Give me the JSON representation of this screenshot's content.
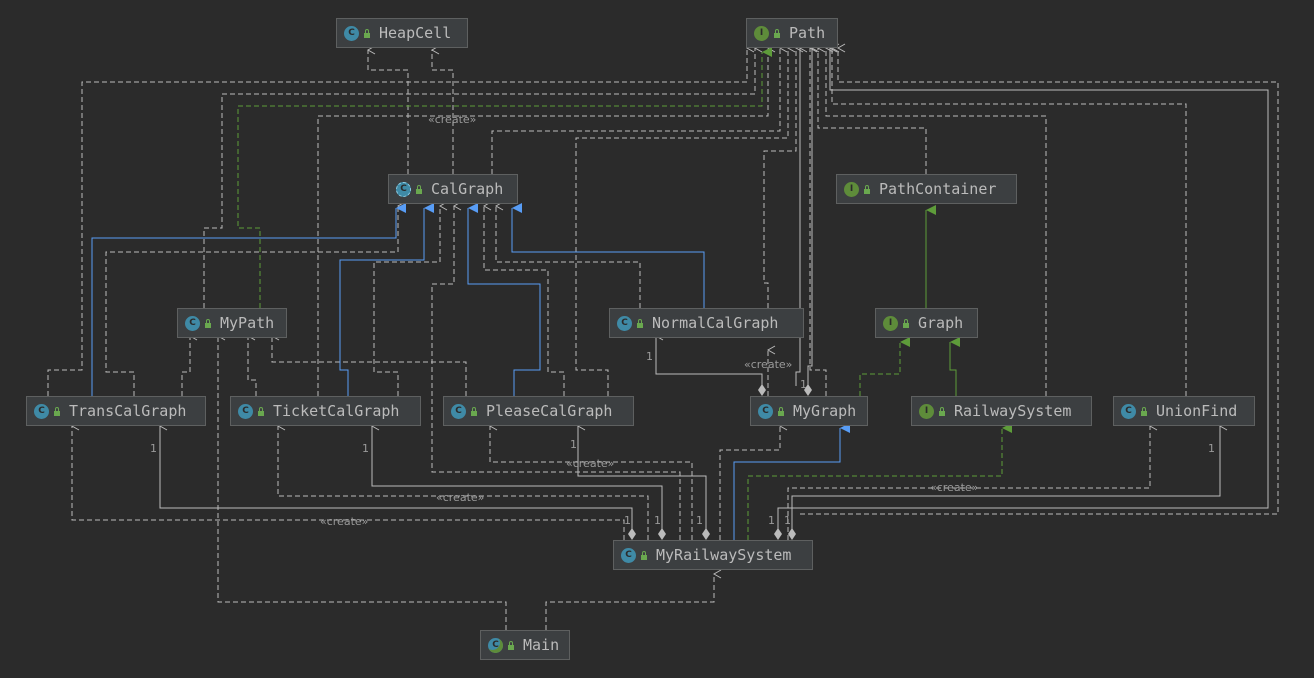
{
  "nodes": [
    {
      "id": "HeapCell",
      "label": "HeapCell",
      "kind": "class"
    },
    {
      "id": "Path",
      "label": "Path",
      "kind": "interface"
    },
    {
      "id": "CalGraph",
      "label": "CalGraph",
      "kind": "abstract"
    },
    {
      "id": "PathContainer",
      "label": "PathContainer",
      "kind": "interface"
    },
    {
      "id": "MyPath",
      "label": "MyPath",
      "kind": "class"
    },
    {
      "id": "NormalCalGraph",
      "label": "NormalCalGraph",
      "kind": "class"
    },
    {
      "id": "Graph",
      "label": "Graph",
      "kind": "interface"
    },
    {
      "id": "TransCalGraph",
      "label": "TransCalGraph",
      "kind": "class"
    },
    {
      "id": "TicketCalGraph",
      "label": "TicketCalGraph",
      "kind": "class"
    },
    {
      "id": "PleaseCalGraph",
      "label": "PleaseCalGraph",
      "kind": "class"
    },
    {
      "id": "MyGraph",
      "label": "MyGraph",
      "kind": "class"
    },
    {
      "id": "RailwaySystem",
      "label": "RailwaySystem",
      "kind": "interface"
    },
    {
      "id": "UnionFind",
      "label": "UnionFind",
      "kind": "class"
    },
    {
      "id": "MyRailwaySystem",
      "label": "MyRailwaySystem",
      "kind": "class"
    },
    {
      "id": "Main",
      "label": "Main",
      "kind": "main"
    }
  ],
  "badge_letters": {
    "class": "C",
    "abstract": "C",
    "interface": "I",
    "main": "C"
  },
  "labels": {
    "create": "«create»",
    "multiplicity_one": "1"
  },
  "colors": {
    "background": "#2b2b2b",
    "dependency": "#bbbbbb",
    "extends": "#589df6",
    "implements": "#5e9c3a"
  }
}
